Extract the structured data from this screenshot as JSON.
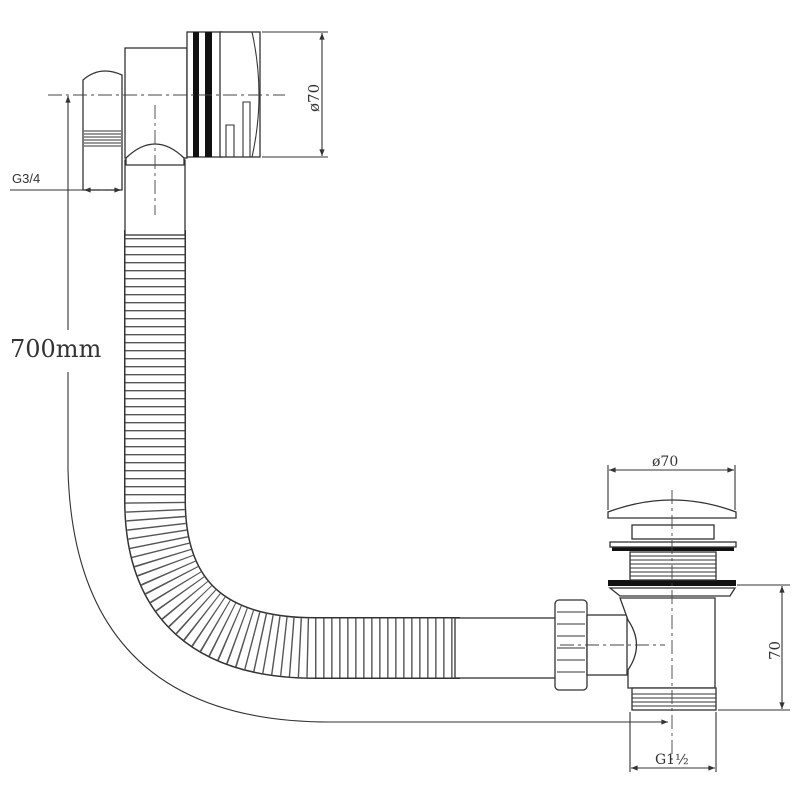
{
  "title": "Bath waste and overflow technical drawing",
  "dimensions": {
    "overflow_thread": "G3/4",
    "overflow_diameter": "ø70",
    "hose_length": "700mm",
    "plug_diameter": "ø70",
    "waste_height": "70",
    "waste_thread": "G1½"
  }
}
